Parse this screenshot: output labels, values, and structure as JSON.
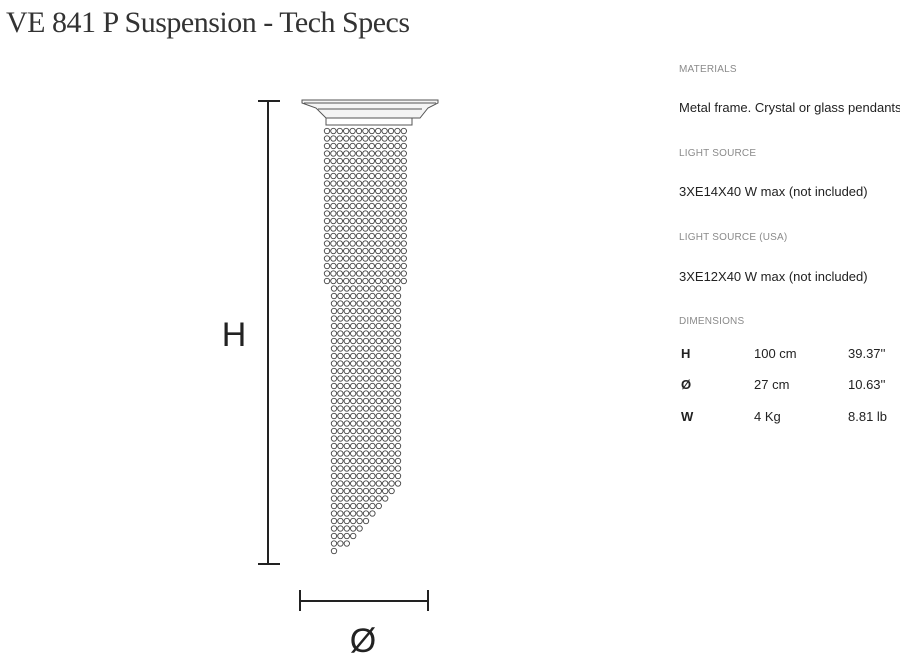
{
  "title": "VE 841 P Suspension - Tech Specs",
  "drawing": {
    "height_marker": "H",
    "diameter_marker": "Ø"
  },
  "specs": {
    "materials": {
      "label": "MATERIALS",
      "value": "Metal frame. Crystal or glass pendants"
    },
    "light_source": {
      "label": "LIGHT SOURCE",
      "value": "3XE14X40 W max (not included)"
    },
    "light_source_usa": {
      "label": "LIGHT SOURCE (USA)",
      "value": "3XE12X40 W max (not included)"
    },
    "dimensions": {
      "label": "DIMENSIONS",
      "rows": [
        {
          "symbol": "H",
          "metric": "100 cm",
          "imperial": "39.37''"
        },
        {
          "symbol": "Ø",
          "metric": "27 cm",
          "imperial": "10.63''"
        },
        {
          "symbol": "W",
          "metric": "4 Kg",
          "imperial": "8.81 lb"
        }
      ]
    }
  }
}
